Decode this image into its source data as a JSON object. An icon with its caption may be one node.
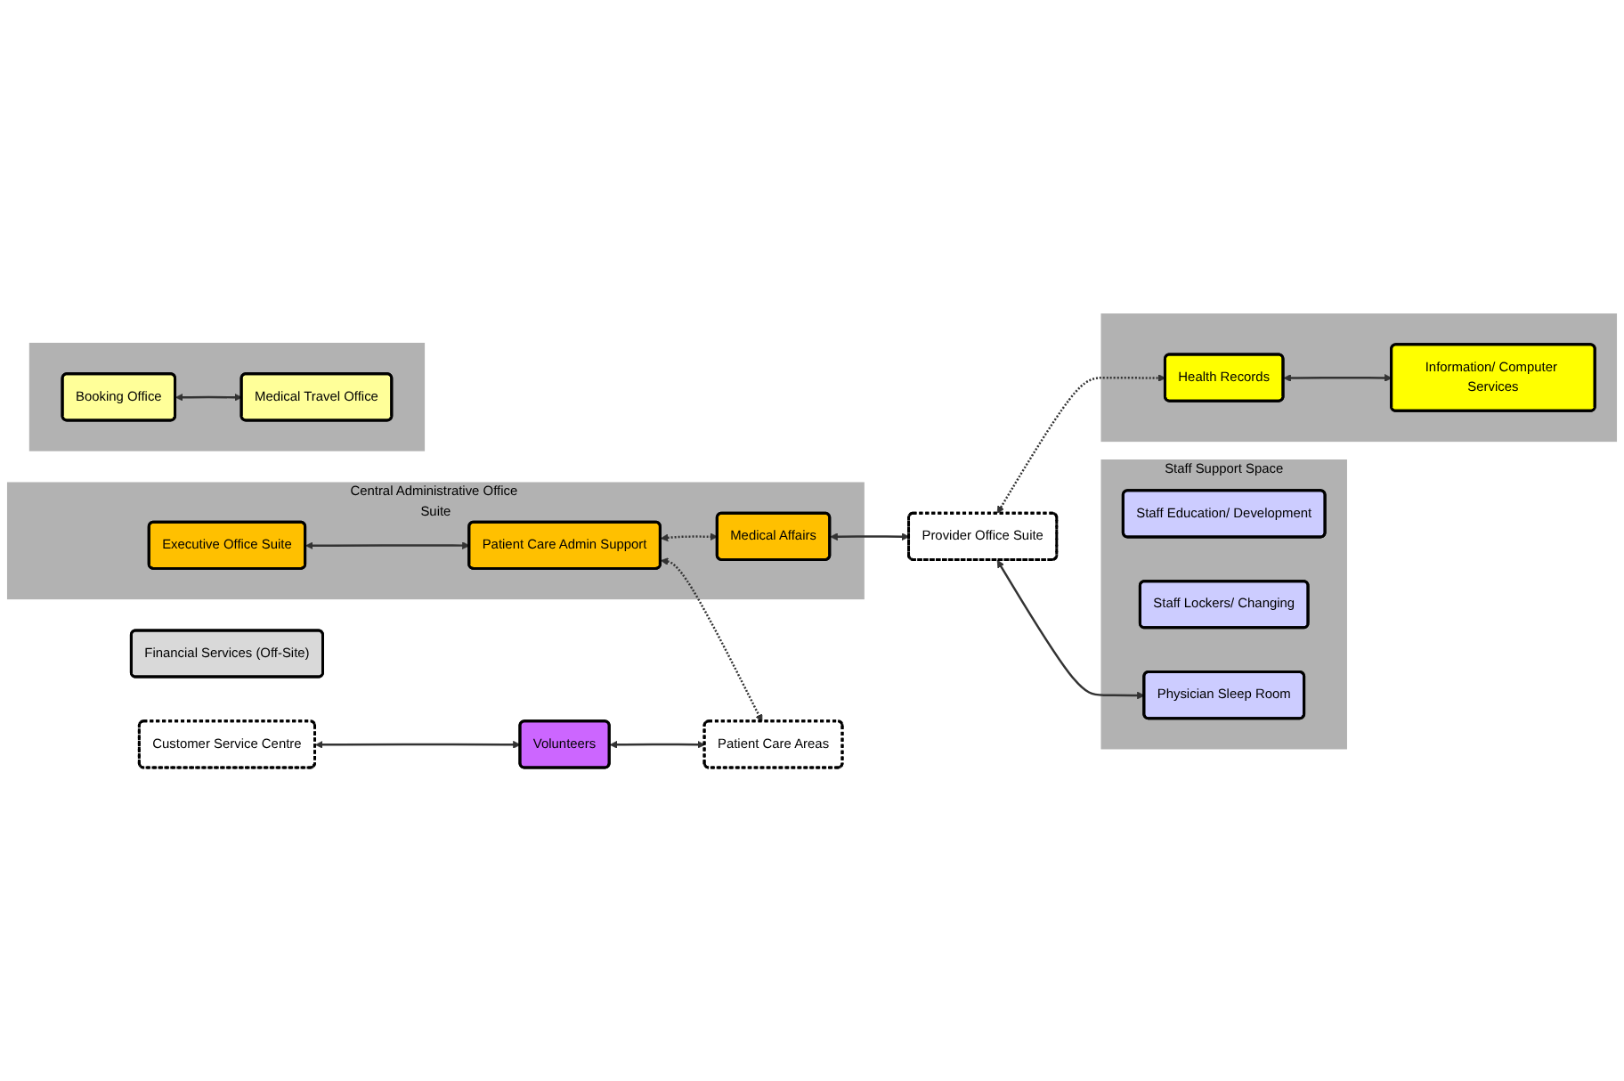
{
  "diagram": {
    "nodes": [
      {
        "text": [
          "Central Administrative Office Suite"
        ]
      },
      {
        "text": [
          "Executive Office Suite"
        ],
        "in": 0
      },
      {
        "text": [
          "Patient Care Admin Support"
        ],
        "in": 0
      },
      {
        "text": [
          "Medical Affairs"
        ],
        "in": 0
      },
      {
        "text": [
          "Customer Service Centre"
        ]
      },
      {
        "text": [
          "Volunteers"
        ]
      },
      {
        "text": [
          "Patient Care Areas"
        ]
      },
      {
        "text": [
          "Provider Office Suite"
        ]
      },
      {
        "text": [
          "Staff Support Space"
        ]
      },
      {
        "text": [
          "Staff Education/ Development"
        ],
        "in": 8
      },
      {
        "text": [
          "Staff Lockers/ Changing"
        ],
        "in": 8
      },
      {
        "text": [
          "Physician Sleep Room"
        ],
        "in": 8
      },
      {
        "text": [],
        "shape": "box"
      },
      {
        "text": [
          "Booking Office"
        ],
        "in": 12
      },
      {
        "text": [
          "Medical Travel Office"
        ],
        "in": 12
      },
      {
        "text": [],
        "shape": "box"
      },
      {
        "text": [
          "Health Records"
        ],
        "in": 15
      },
      {
        "text": [
          "Information/ Computer Services"
        ],
        "in": 15
      },
      {
        "text": [
          "Financial Services (Off-Site)"
        ]
      }
    ],
    "edges": [
      {
        "from": 1,
        "to": 2,
        "arrow": "both"
      },
      {
        "from": 4,
        "to": 5,
        "arrow": "both"
      },
      {
        "from": 5,
        "to": 6,
        "arrow": "both"
      },
      {
        "from": 2,
        "to": 6,
        "arrow": "both",
        "style": "dashed"
      },
      {
        "from": 2,
        "to": 3,
        "arrow": "both",
        "style": "dashed"
      },
      {
        "from": 3,
        "to": 7,
        "arrow": "both"
      },
      {
        "from": 7,
        "to": 11,
        "arrow": "both"
      },
      {
        "from": 7,
        "to": 16,
        "arrow": "both",
        "style": "dashed"
      },
      {
        "from": 13,
        "to": 14,
        "arrow": "both"
      },
      {
        "from": 16,
        "to": 17,
        "arrow": "both"
      }
    ]
  }
}
